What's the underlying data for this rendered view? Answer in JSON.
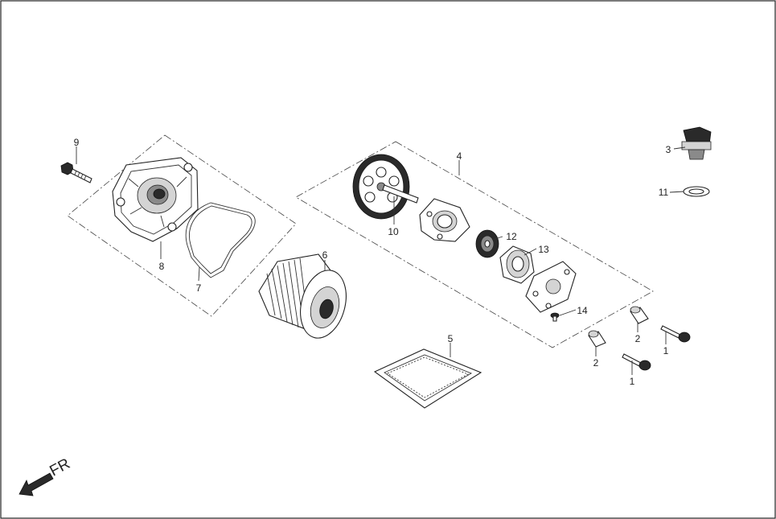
{
  "diagram": {
    "direction_label": "FR",
    "callouts": [
      {
        "id": "c1a",
        "text": "1"
      },
      {
        "id": "c1b",
        "text": "1"
      },
      {
        "id": "c2a",
        "text": "2"
      },
      {
        "id": "c2b",
        "text": "2"
      },
      {
        "id": "c3",
        "text": "3"
      },
      {
        "id": "c4",
        "text": "4"
      },
      {
        "id": "c5",
        "text": "5"
      },
      {
        "id": "c6",
        "text": "6"
      },
      {
        "id": "c7",
        "text": "7"
      },
      {
        "id": "c8",
        "text": "8"
      },
      {
        "id": "c9",
        "text": "9"
      },
      {
        "id": "c10",
        "text": "10"
      },
      {
        "id": "c11",
        "text": "11"
      },
      {
        "id": "c12",
        "text": "12"
      },
      {
        "id": "c13",
        "text": "13"
      },
      {
        "id": "c14",
        "text": "14"
      }
    ]
  }
}
